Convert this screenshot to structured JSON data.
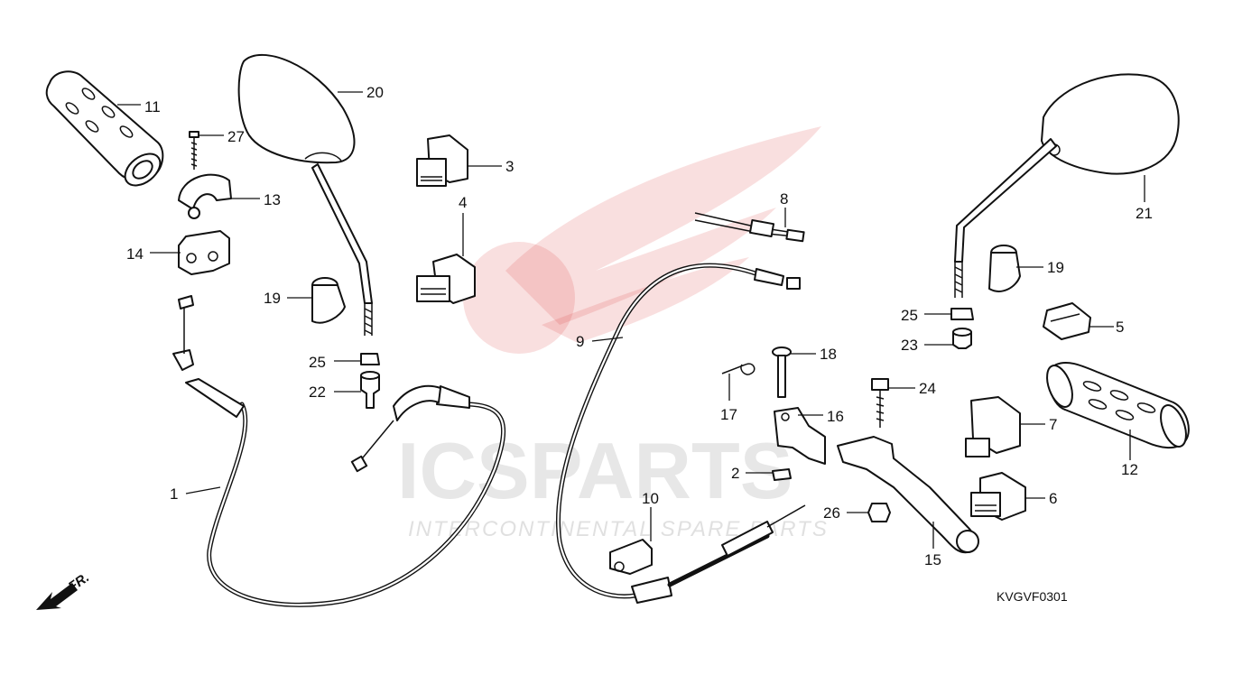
{
  "diagram": {
    "drawing_code": "KVGVF0301",
    "direction_label": "FR.",
    "watermark": {
      "brand": "ICSPARTS",
      "tagline": "INTERCONTINENTAL SPARE PARTS"
    },
    "callouts": [
      {
        "id": "1",
        "label": "1"
      },
      {
        "id": "2",
        "label": "2"
      },
      {
        "id": "3",
        "label": "3"
      },
      {
        "id": "4",
        "label": "4"
      },
      {
        "id": "5",
        "label": "5"
      },
      {
        "id": "6",
        "label": "6"
      },
      {
        "id": "7",
        "label": "7"
      },
      {
        "id": "8",
        "label": "8"
      },
      {
        "id": "9",
        "label": "9"
      },
      {
        "id": "10",
        "label": "10"
      },
      {
        "id": "11",
        "label": "11"
      },
      {
        "id": "12",
        "label": "12"
      },
      {
        "id": "13",
        "label": "13"
      },
      {
        "id": "14",
        "label": "14"
      },
      {
        "id": "15",
        "label": "15"
      },
      {
        "id": "16",
        "label": "16"
      },
      {
        "id": "17",
        "label": "17"
      },
      {
        "id": "18",
        "label": "18"
      },
      {
        "id": "19a",
        "label": "19"
      },
      {
        "id": "19b",
        "label": "19"
      },
      {
        "id": "20",
        "label": "20"
      },
      {
        "id": "21",
        "label": "21"
      },
      {
        "id": "22",
        "label": "22"
      },
      {
        "id": "23",
        "label": "23"
      },
      {
        "id": "24",
        "label": "24"
      },
      {
        "id": "25a",
        "label": "25"
      },
      {
        "id": "25b",
        "label": "25"
      },
      {
        "id": "26",
        "label": "26"
      },
      {
        "id": "27",
        "label": "27"
      }
    ]
  }
}
